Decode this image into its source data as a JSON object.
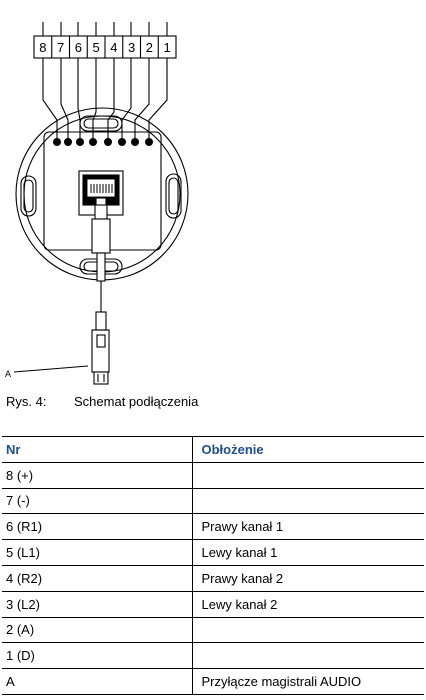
{
  "diagram": {
    "pin_numbers": [
      "8",
      "7",
      "6",
      "5",
      "4",
      "3",
      "2",
      "1"
    ],
    "callout_label": "A"
  },
  "caption": {
    "number": "Rys. 4:",
    "text": "Schemat podłączenia"
  },
  "table": {
    "headers": [
      "Nr",
      "Obłożenie"
    ],
    "rows": [
      [
        "8 (+)",
        ""
      ],
      [
        "7 (-)",
        ""
      ],
      [
        "6 (R1)",
        "Prawy kanał 1"
      ],
      [
        "5 (L1)",
        "Lewy kanał 1"
      ],
      [
        "4 (R2)",
        "Prawy kanał 2"
      ],
      [
        "3 (L2)",
        "Lewy kanał 2"
      ],
      [
        "2 (A)",
        ""
      ],
      [
        "1 (D)",
        ""
      ],
      [
        "A",
        "Przyłącze magistrali AUDIO"
      ]
    ]
  }
}
